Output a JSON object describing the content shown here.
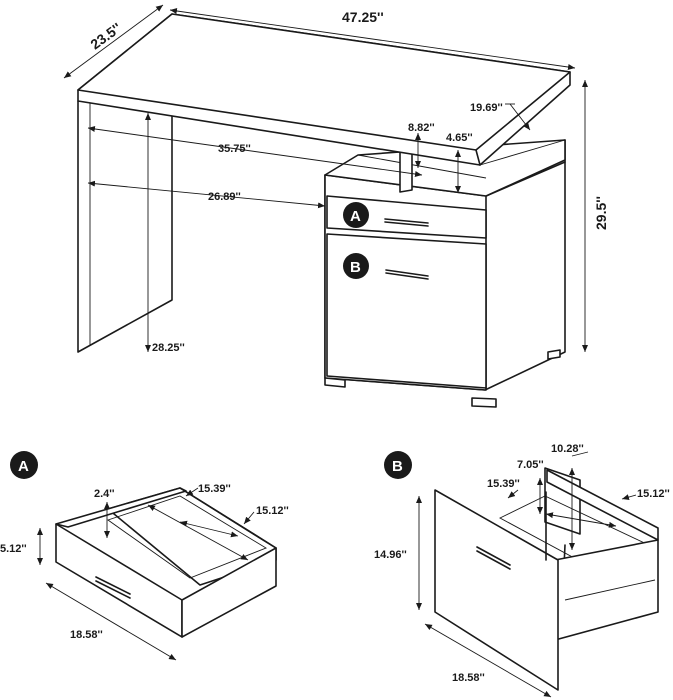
{
  "badges": {
    "a": "A",
    "b": "B"
  },
  "desk": {
    "width": "47.25''",
    "depth": "23.5''",
    "height": "29.5''",
    "leg_height": "28.25''",
    "top_inner_length": "35.75''",
    "knee_width": "26.89''",
    "riser_width": "8.82''",
    "riser_height": "4.65''",
    "shelf_depth": "19.69''"
  },
  "drawer_a": {
    "height": "5.12''",
    "inner_height": "2.4''",
    "width": "18.58''",
    "inner_width": "15.39''",
    "inner_depth": "15.12''"
  },
  "drawer_b": {
    "height": "14.96''",
    "inner_height": "10.28''",
    "side_height": "7.05''",
    "width": "18.58''",
    "inner_width": "15.39''",
    "inner_depth": "15.12''"
  },
  "colors": {
    "line": "#1a1a1a",
    "badge": "#1a1a1a",
    "background": "#ffffff"
  }
}
